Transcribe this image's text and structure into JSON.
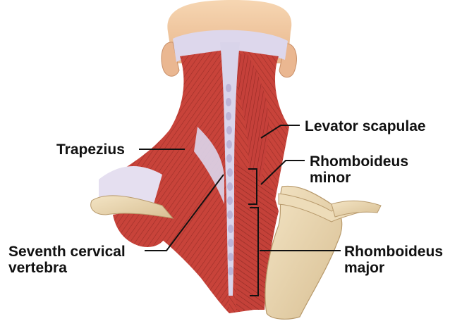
{
  "labels": {
    "levator_scapulae": "Levator scapulae",
    "trapezius": "Trapezius",
    "rhomboideus_minor": [
      "Rhomboideus",
      "minor"
    ],
    "seventh_cervical_vertebra": [
      "Seventh cervical",
      "vertebra"
    ],
    "rhomboideus_major": [
      "Rhomboideus",
      "major"
    ]
  },
  "colors": {
    "muscle": "#c8433a",
    "muscle_dark": "#8e2a24",
    "tendon": "#d9d4ea",
    "bone": "#ead7b3",
    "skin": "#f2c9a3",
    "leader_line": "#111111"
  }
}
